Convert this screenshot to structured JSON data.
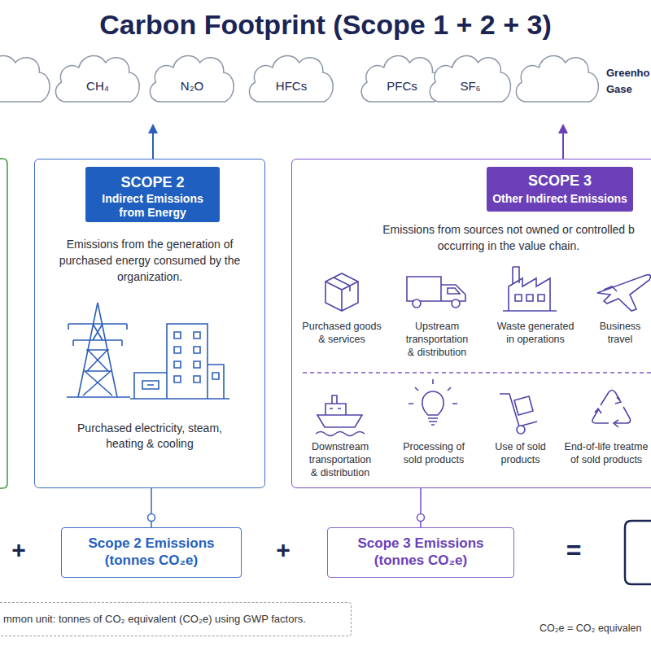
{
  "diagram": {
    "title": "Carbon Footprint (Scope 1 + 2 + 3)",
    "nodes": [
      {
        "text": [
          "CH₄"
        ]
      },
      {
        "text": [
          "N₂O"
        ]
      },
      {
        "text": [
          "HFCs"
        ]
      },
      {
        "text": [
          "PFCs"
        ]
      },
      {
        "text": [
          "SF₆"
        ]
      },
      {
        "text": [
          "Emissions from the generation of purchased energy consumed by the organization.",
          "Purchased electricity, steam, heating & cooling"
        ]
      },
      {
        "text": [
          "SCOPE 2",
          "Indirect Emissions from Energy"
        ],
        "in": 5
      },
      {
        "text": [
          "Emissions from sources not owned or controlled b occurring in the value chain."
        ]
      },
      {
        "text": [
          "SCOPE 3",
          "Other Indirect Emissions"
        ],
        "in": 7
      },
      {
        "text": [
          "Scope 2 Emissions (tonnes CO₂e)"
        ]
      },
      {
        "text": [
          "Scope 3 Emissions (tonnes CO₂e)"
        ]
      },
      {
        "text": [
          "mmon unit: tonnes of CO₂ equivalent (CO₂e) using GWP factors."
        ]
      }
    ],
    "edges": [
      {
        "from": 5,
        "to": 9,
        "arrow": "none"
      },
      {
        "from": 7,
        "to": 10,
        "arrow": "none"
      }
    ],
    "labels": [
      "Greenho Gase",
      "Purchased goods & services",
      "Upstream transportation & distribution",
      "Waste generated in operations",
      "Business travel",
      "Downstream transportation & distribution",
      "Processing of sold products",
      "Use of sold products",
      "End-of-life treatme of sold products",
      "+",
      "+",
      "=",
      "CO₂e = CO₂ equivalen"
    ]
  }
}
